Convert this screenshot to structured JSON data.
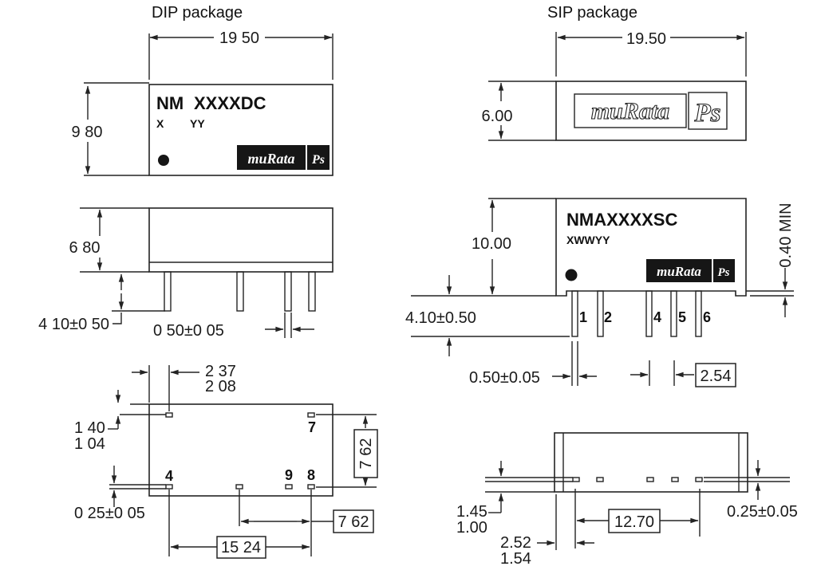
{
  "accent_color": "#161616",
  "dip": {
    "title": "DIP package",
    "marking": {
      "line1_left": "NM",
      "line1_right": "XXXXDC",
      "line2_left": "X",
      "line2_right": "YY"
    },
    "logo": {
      "murata": "muRata",
      "ps": "Ps"
    },
    "dims": {
      "width": "19 50",
      "height": "9 80",
      "side_height": "6 80",
      "pin_length": "4 10±0 50",
      "pin_width": "0 50±0 05",
      "pin_offset_a": "2 37",
      "pin_offset_b": "2 08",
      "pad_edge_a": "1 40",
      "pad_edge_b": "1 04",
      "pad_thickness": "0 25±0 05",
      "row_spacing": "7 62",
      "pin_spacing": "7 62",
      "pin_span": "15 24"
    },
    "pins": {
      "p7": "7",
      "p4": "4",
      "p9": "9",
      "p8": "8"
    }
  },
  "sip": {
    "title": "SIP package",
    "marking": {
      "line1": "NMAXXXXSC",
      "line2": "XWWYY"
    },
    "logo": {
      "murata": "muRata",
      "ps": "Ps"
    },
    "logo_outline": {
      "murata": "muRata",
      "ps": "Ps"
    },
    "dims": {
      "width": "19.50",
      "top_height": "6.00",
      "body_height": "10.00",
      "standoff": "0.40 MIN",
      "pin_length": "4.10±0.50",
      "pin_width": "0.50±0.05",
      "pin_pitch": "2.54",
      "pad_edge_a": "1.45",
      "pad_edge_b": "1.00",
      "pad_offset_a": "2.52",
      "pad_offset_b": "1.54",
      "pad_span": "12.70",
      "pad_thickness": "0.25±0.05"
    },
    "pins": [
      "1",
      "2",
      "4",
      "5",
      "6"
    ]
  }
}
